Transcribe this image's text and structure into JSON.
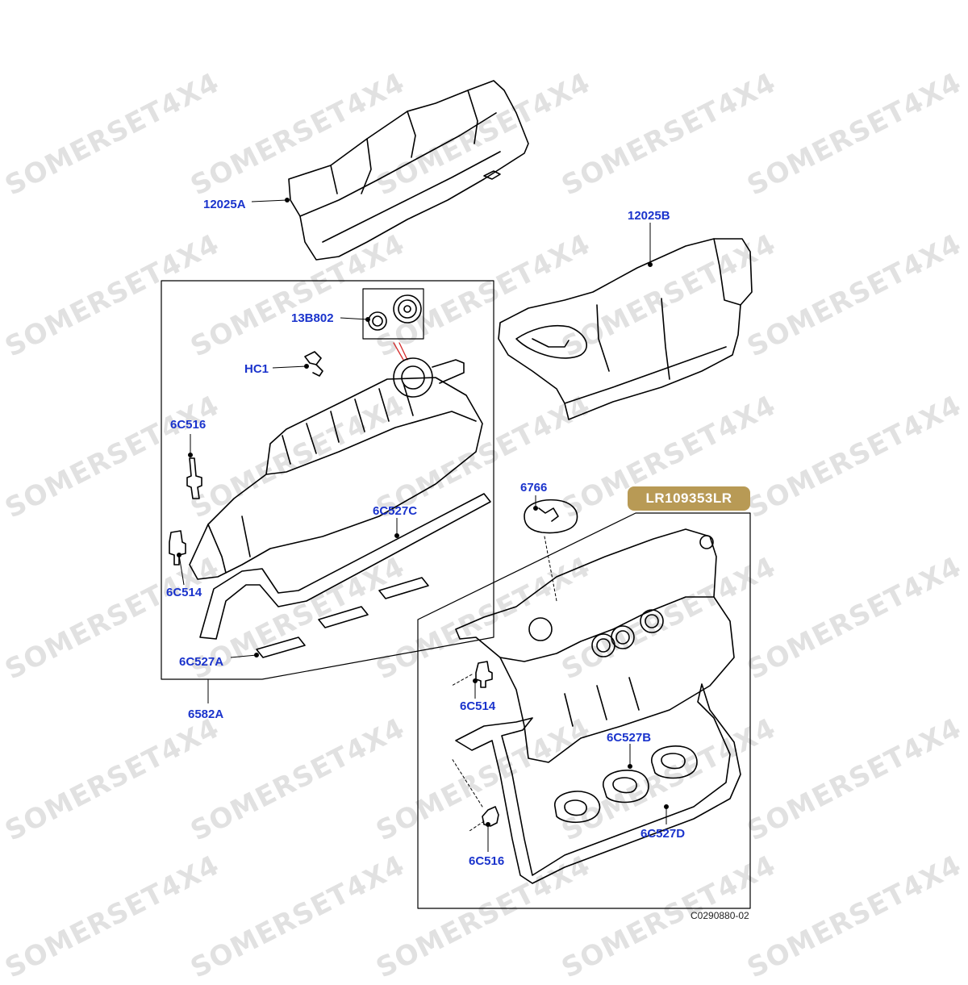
{
  "watermark": "SOMERSET4X4",
  "badge": "LR109353LR",
  "reference": "C0290880-02",
  "labels": {
    "l12025A": "12025A",
    "l12025B": "12025B",
    "l13B802": "13B802",
    "lHC1": "HC1",
    "l6C516a": "6C516",
    "l6C514a": "6C514",
    "l6C527C": "6C527C",
    "l6C527A": "6C527A",
    "l6582A": "6582A",
    "l6766": "6766",
    "l6C514b": "6C514",
    "l6C527B": "6C527B",
    "l6C527D": "6C527D",
    "l6C516b": "6C516"
  },
  "colors": {
    "label_blue": "#1a33cc",
    "badge_gold": "#b89a55",
    "line_black": "#000000",
    "leader_red": "#d42a2a"
  }
}
